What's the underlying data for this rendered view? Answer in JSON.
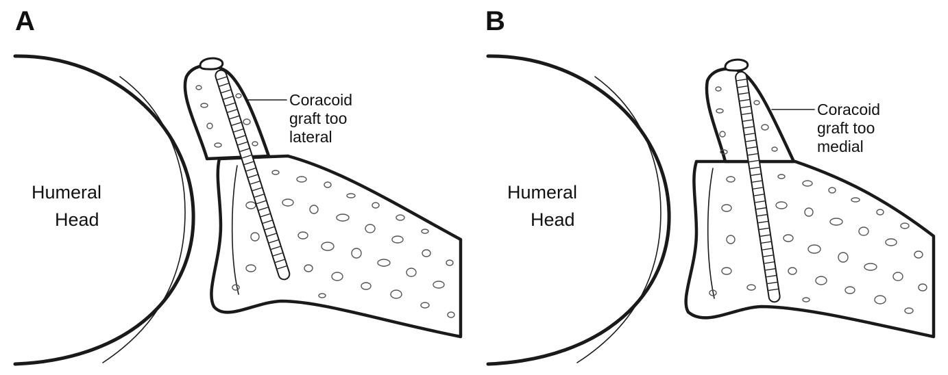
{
  "panels": [
    {
      "letter": "A",
      "humeral_label": [
        "Humeral",
        "Head"
      ],
      "callout": [
        "Coracoid",
        "graft too",
        "lateral"
      ]
    },
    {
      "letter": "B",
      "humeral_label": [
        "Humeral",
        "Head"
      ],
      "callout": [
        "Coracoid",
        "graft too",
        "medial"
      ]
    }
  ]
}
